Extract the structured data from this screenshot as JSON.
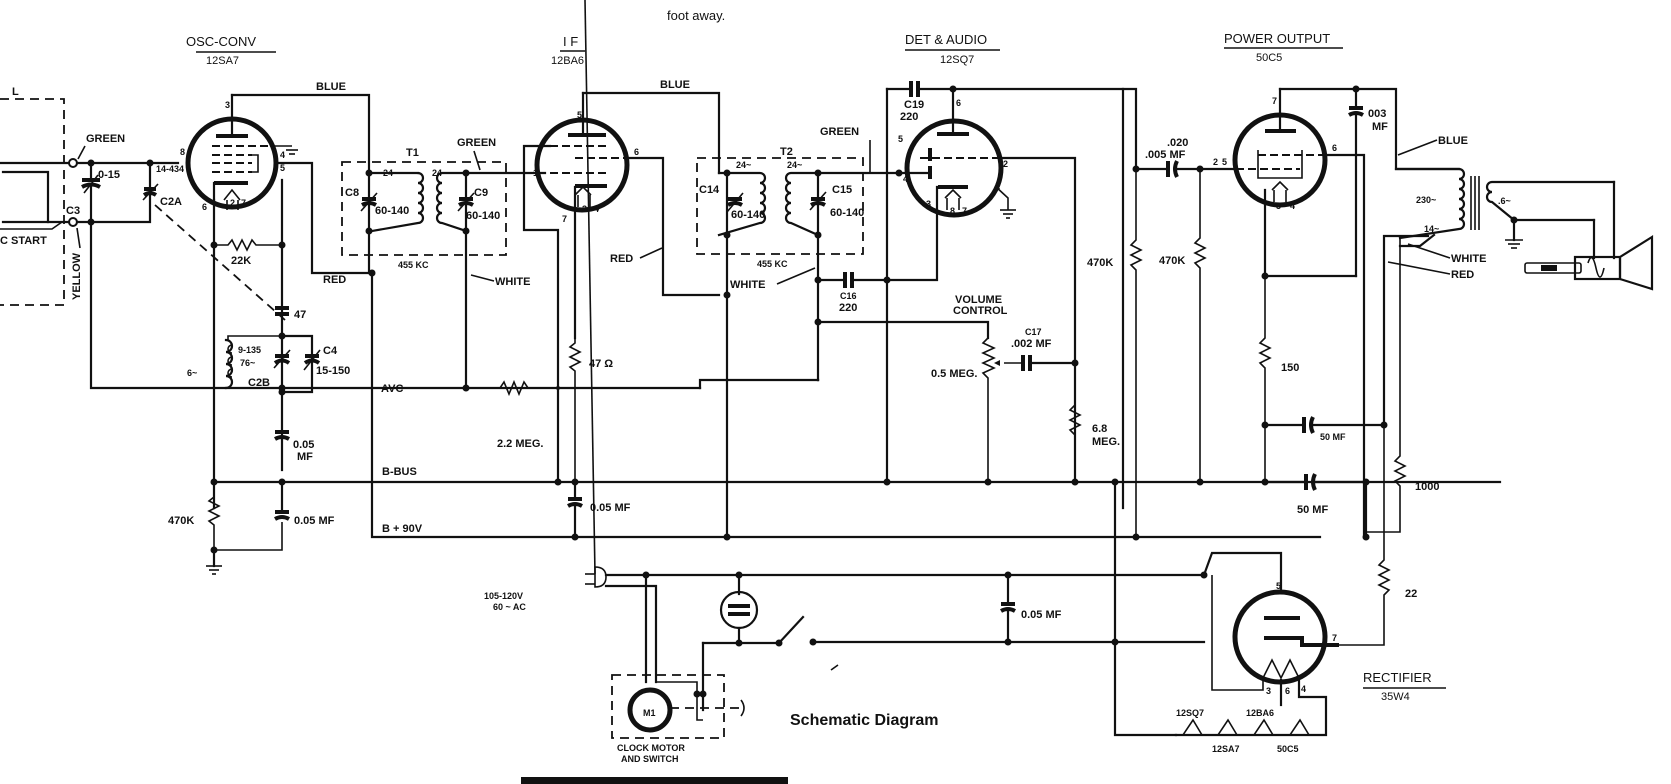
{
  "header_fragment": "foot away.",
  "diagram_title": "Schematic Diagram",
  "stages": {
    "osc_conv": {
      "function": "OSC-CONV",
      "tube": "12SA7"
    },
    "if": {
      "function": "I F",
      "tube": "12BA6"
    },
    "det_audio": {
      "function": "DET & AUDIO",
      "tube": "12SQ7"
    },
    "power_output": {
      "function": "POWER OUTPUT",
      "tube": "50C5"
    },
    "rectifier": {
      "function": "RECTIFIER",
      "tube": "35W4"
    }
  },
  "wire_colors": {
    "blue": "BLUE",
    "green": "GREEN",
    "red": "RED",
    "white": "WHITE",
    "yellow": "YELLOW"
  },
  "antenna": {
    "loop_label": "L",
    "start_label": "C START",
    "trimmer_ref": "C3",
    "trimmer_value": "0-15"
  },
  "components": {
    "c2a": {
      "ref": "C2A",
      "value": "14-434"
    },
    "c2b": {
      "ref": "C2B",
      "value": "9-135"
    },
    "c4": {
      "ref": "C4",
      "value": "15-150"
    },
    "osc_coil_top": "76~",
    "osc_coil_bottom": "6~",
    "r_22k": "22K",
    "c_47": "47",
    "c_osc_bypass": {
      "value": "0.05",
      "unit": "MF"
    },
    "r_osc_470k": "470K",
    "c_bplus_bypass": "0.05 MF",
    "t1": {
      "ref": "T1",
      "primary": "24~",
      "secondary": "24~",
      "freq": "455 KC",
      "c8": "C8",
      "c8_value": "60-140",
      "c9": "C9",
      "c9_value": "60-140"
    },
    "t2": {
      "ref": "T2",
      "primary": "24~",
      "secondary": "24~",
      "freq": "455 KC",
      "c14": "C14",
      "c14_value": "60-140",
      "c15": "C15",
      "c15_value": "60-140"
    },
    "r_avc": "2.2 MEG.",
    "r_47": "47 Ω",
    "c_if_bypass": "0.05 MF",
    "c19": {
      "ref": "C19",
      "value": "220"
    },
    "c16": {
      "ref": "C16",
      "value": "220"
    },
    "volume": {
      "label_line1": "VOLUME",
      "label_line2": "CONTROL",
      "value": "0.5 MEG."
    },
    "c17": {
      "ref": "C17",
      "value": ".002 MF"
    },
    "r_grid_leak": {
      "value": "6.8",
      "unit": "MEG."
    },
    "r_plate_470k": "470K",
    "r_grid_470k": "470K",
    "c_coupling": {
      "value_old": ".020",
      "value": ".005 MF"
    },
    "c_tone": {
      "value": "003",
      "unit": "MF"
    },
    "output_transformer": {
      "primary": "230~",
      "secondary": ".6~",
      "tap": "14~"
    },
    "r_150": "150",
    "c_filter1": "50 MF",
    "c_filter2": "50 MF",
    "r_1000": "1000",
    "r_22": "22",
    "c_line": "0.05 MF",
    "motor": {
      "ref": "M1",
      "label_line1": "CLOCK MOTOR",
      "label_line2": "AND SWITCH"
    }
  },
  "bus_labels": {
    "avc": "AVC",
    "b_bus": "B-BUS",
    "b_plus": "B + 90V"
  },
  "power_input": {
    "line1": "105-120V",
    "line2": "60 ~ AC"
  },
  "heater_string": {
    "tubes_top": [
      "12SQ7",
      "12BA6"
    ],
    "tubes_bottom": [
      "12SA7",
      "50C5"
    ]
  },
  "pins": {
    "osc": [
      "3",
      "8",
      "4",
      "5",
      "6",
      "2",
      "7"
    ],
    "if": [
      "5",
      "6",
      "1",
      "7",
      "3",
      "4"
    ],
    "det": [
      "6",
      "5",
      "4",
      "2",
      "1",
      "3",
      "8",
      "7"
    ],
    "pwr": [
      "7",
      "6",
      "2",
      "5",
      "3",
      "4"
    ],
    "rect": [
      "5",
      "7",
      "3",
      "6",
      "4"
    ]
  }
}
